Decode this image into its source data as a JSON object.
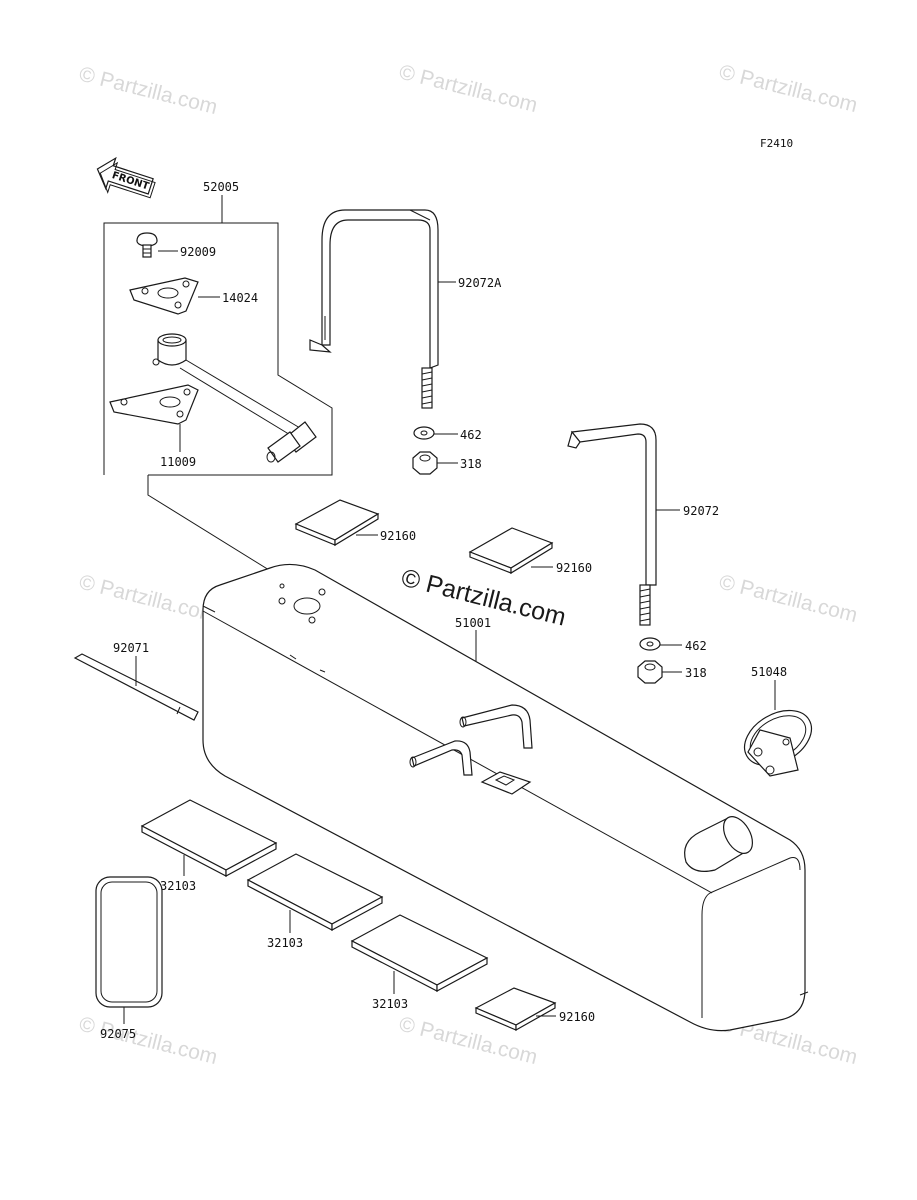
{
  "figure_ref": "F2410",
  "front_label": "FRONT",
  "watermark": "© Partzilla.com",
  "part_labels": {
    "kit_52005": "52005",
    "screw_92009": "92009",
    "plate_14024": "14024",
    "gasket_11009": "11009",
    "band_92072A": "92072A",
    "washer_462_a": "462",
    "nut_318_a": "318",
    "band_92072": "92072",
    "pad_92160_a": "92160",
    "pad_92160_b": "92160",
    "tank_51001": "51001",
    "washer_462_b": "462",
    "nut_318_b": "318",
    "cap_51048": "51048",
    "strap_92071": "92071",
    "pad_32103_a": "32103",
    "pad_32103_b": "32103",
    "pad_32103_c": "32103",
    "pad_92160_c": "92160",
    "pad_92075": "92075"
  }
}
